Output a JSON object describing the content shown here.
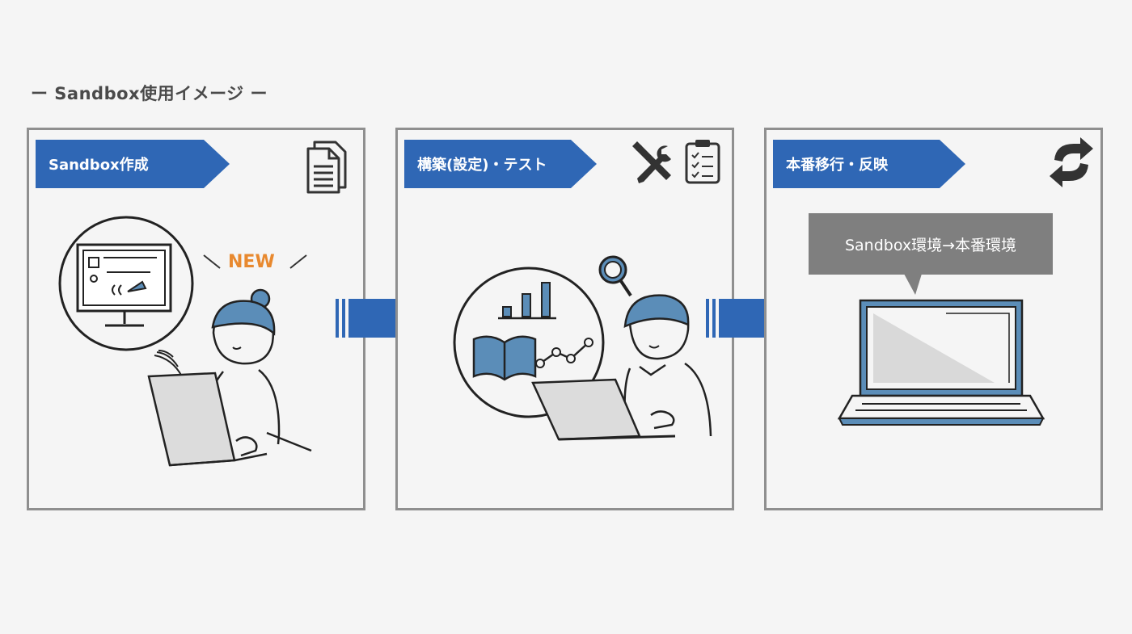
{
  "title": "ー Sandbox使用イメージ ー",
  "steps": [
    {
      "label": "Sandbox作成",
      "icons": [
        "document-icon"
      ],
      "badge": "NEW"
    },
    {
      "label": "構築(設定)・テスト",
      "icons": [
        "tools-icon",
        "checklist-icon"
      ]
    },
    {
      "label": "本番移行・反映",
      "icons": [
        "refresh-icon"
      ],
      "bubble": "Sandbox環境→本番環境"
    }
  ],
  "colors": {
    "accent": "#2f67b5",
    "badge": "#e8892f",
    "border": "#8f8f8f",
    "bubble": "#7f7f7f",
    "illustration_fill": "#5b8db8"
  }
}
